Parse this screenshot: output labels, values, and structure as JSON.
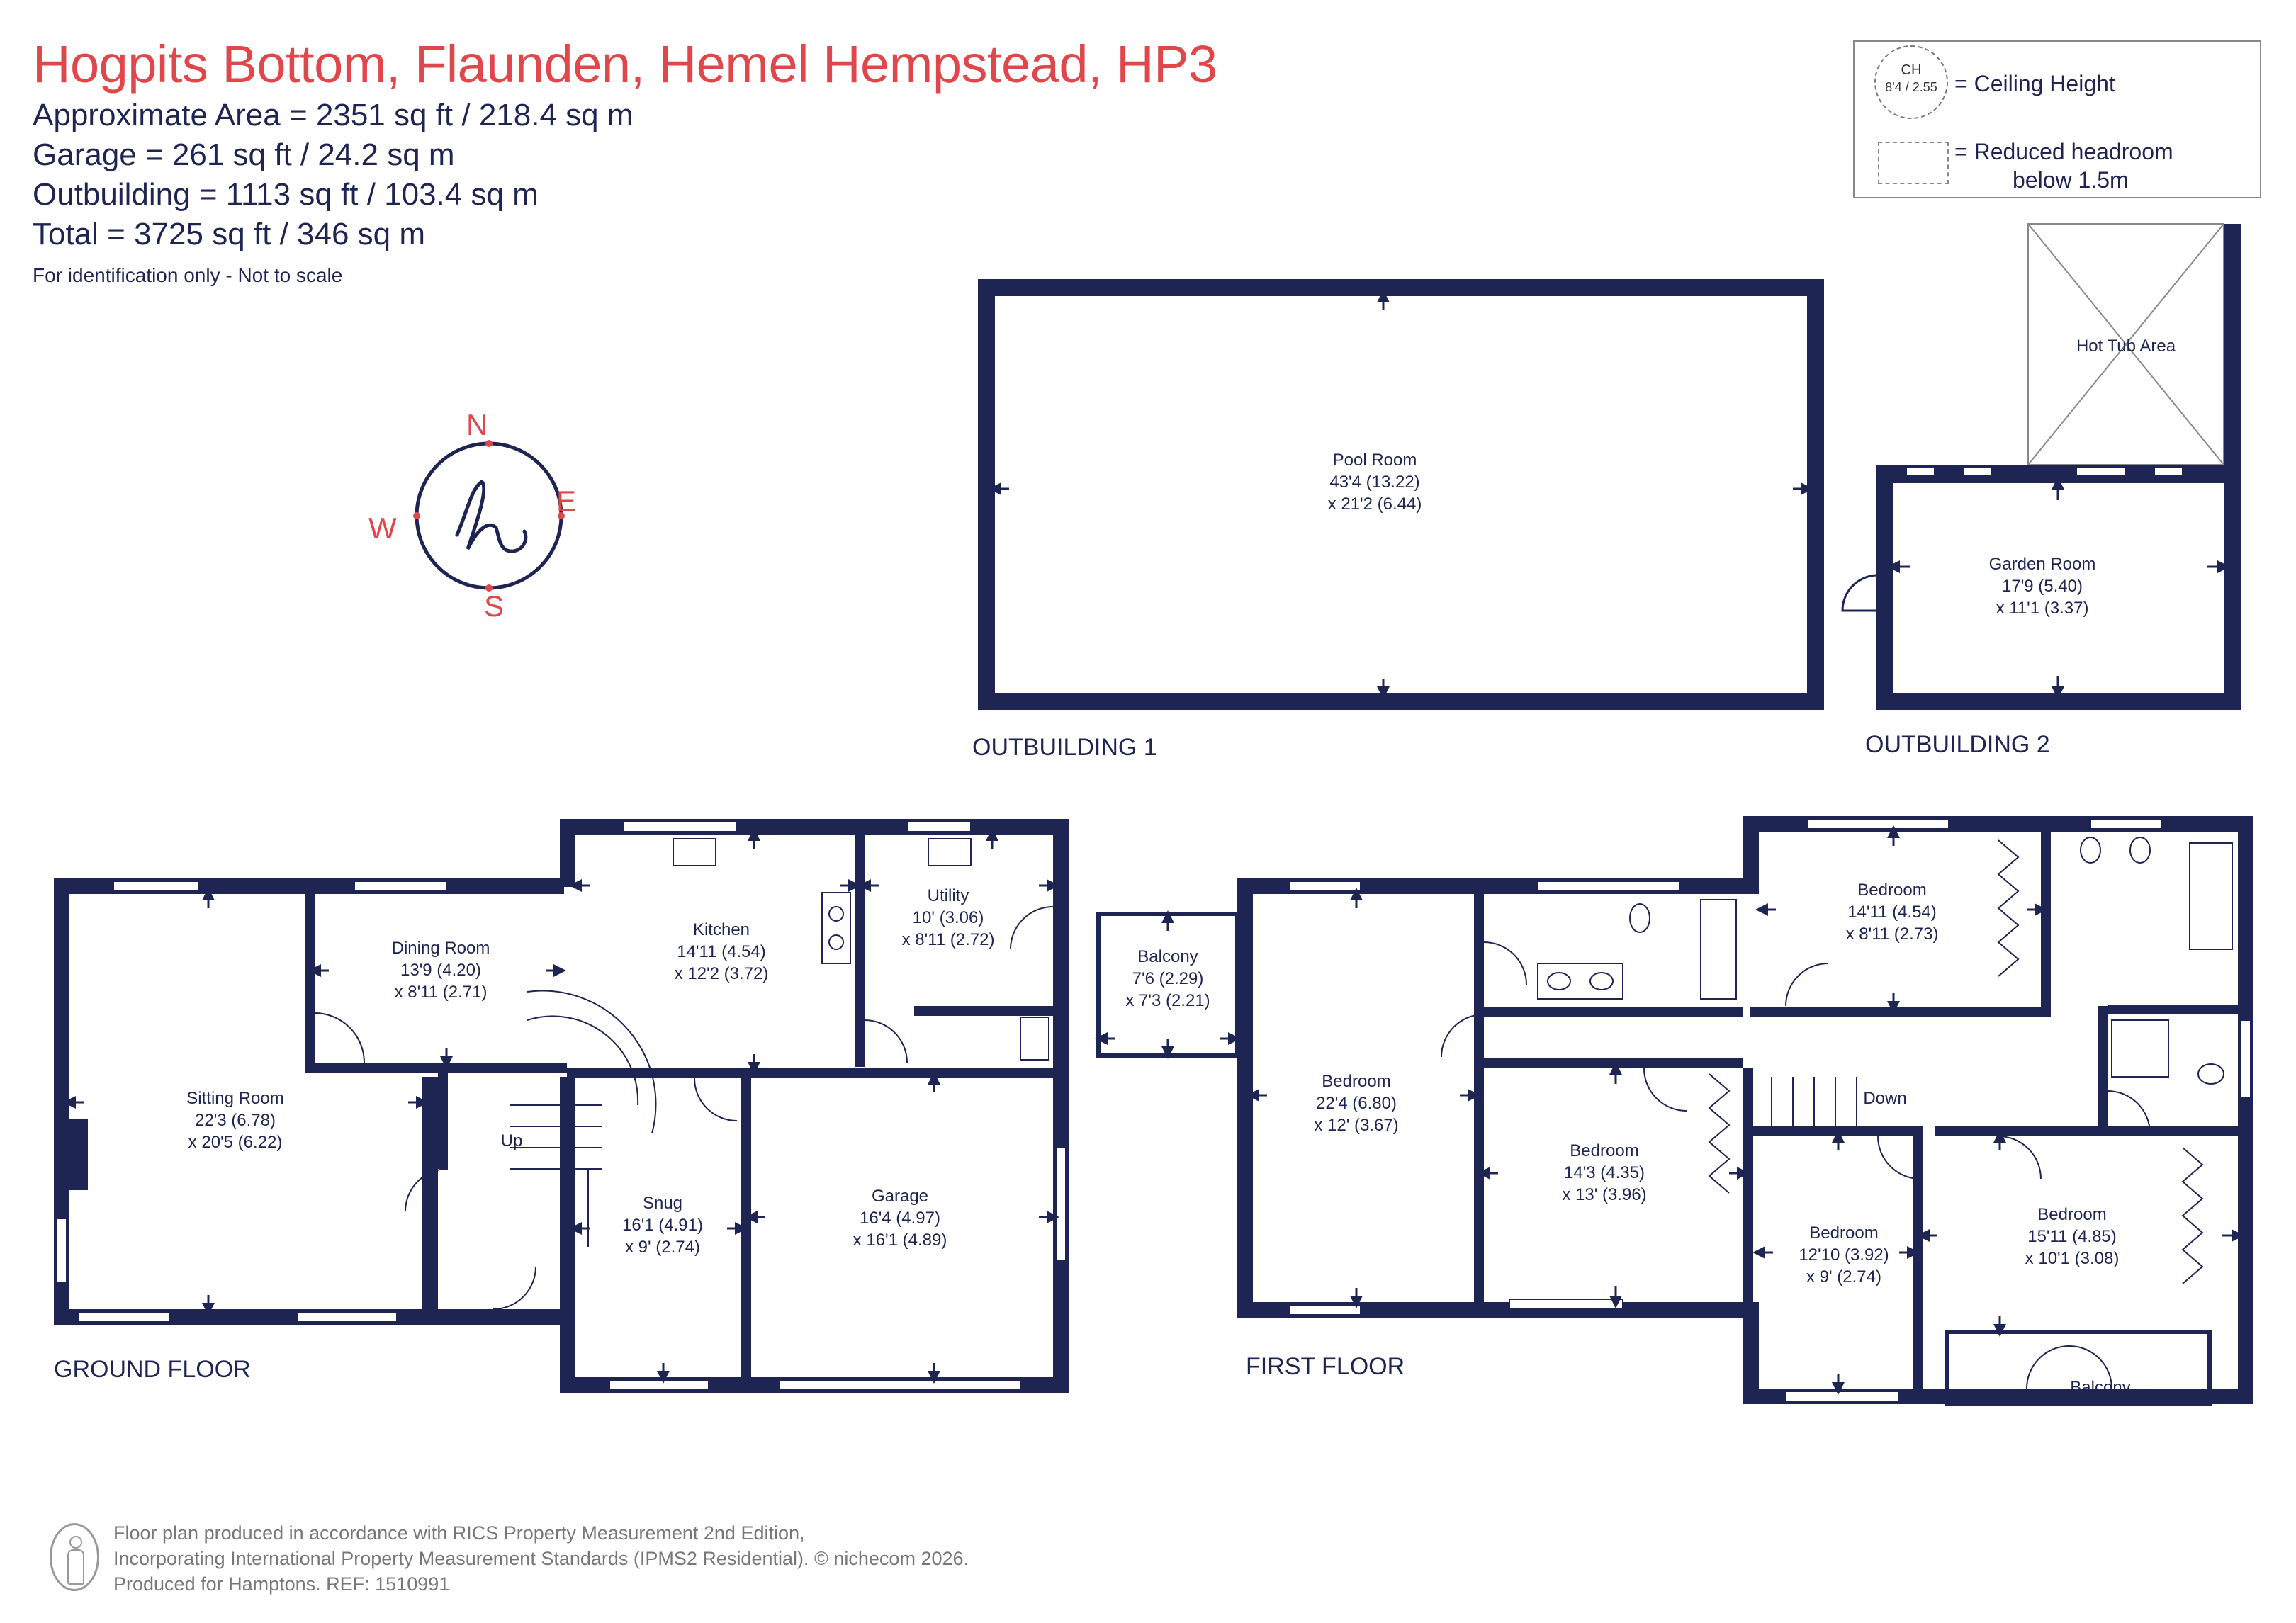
{
  "header": {
    "title": "Hogpits Bottom, Flaunden, Hemel Hempstead, HP3",
    "approx_area": "Approximate Area = 2351 sq ft / 218.4 sq m",
    "garage": "Garage = 261 sq ft / 24.2 sq m",
    "outbuilding": "Outbuilding = 1113 sq ft / 103.4 sq m",
    "total": "Total = 3725 sq ft / 346 sq m",
    "note": "For identification only - Not to scale"
  },
  "legend": {
    "ch_label": "CH",
    "ch_value": "8'4 / 2.55",
    "ceiling": "= Ceiling Height",
    "reduced_1": "= Reduced headroom",
    "reduced_2": "below 1.5m"
  },
  "compass": {
    "n": "N",
    "e": "E",
    "s": "S",
    "w": "W"
  },
  "floors": {
    "outbuilding_1": "OUTBUILDING 1",
    "outbuilding_2": "OUTBUILDING 2",
    "ground": "GROUND FLOOR",
    "first": "FIRST FLOOR"
  },
  "rooms": {
    "pool": {
      "name": "Pool Room",
      "d1": "43'4 (13.22)",
      "d2": "x 21'2 (6.44)"
    },
    "hottub": {
      "name": "Hot Tub Area"
    },
    "garden": {
      "name": "Garden Room",
      "d1": "17'9 (5.40)",
      "d2": "x 11'1 (3.37)"
    },
    "sitting": {
      "name": "Sitting Room",
      "d1": "22'3 (6.78)",
      "d2": "x 20'5 (6.22)"
    },
    "dining": {
      "name": "Dining Room",
      "d1": "13'9 (4.20)",
      "d2": "x 8'11 (2.71)"
    },
    "kitchen": {
      "name": "Kitchen",
      "d1": "14'11 (4.54)",
      "d2": "x 12'2 (3.72)"
    },
    "utility": {
      "name": "Utility",
      "d1": "10' (3.06)",
      "d2": "x 8'11 (2.72)"
    },
    "snug": {
      "name": "Snug",
      "d1": "16'1 (4.91)",
      "d2": "x 9' (2.74)"
    },
    "garage": {
      "name": "Garage",
      "d1": "16'4 (4.97)",
      "d2": "x 16'1 (4.89)"
    },
    "up": {
      "name": "Up"
    },
    "balcony1": {
      "name": "Balcony",
      "d1": "7'6 (2.29)",
      "d2": "x 7'3 (2.21)"
    },
    "bed1": {
      "name": "Bedroom",
      "d1": "22'4 (6.80)",
      "d2": "x 12' (3.67)"
    },
    "bed2": {
      "name": "Bedroom",
      "d1": "14'3 (4.35)",
      "d2": "x 13' (3.96)"
    },
    "bed3": {
      "name": "Bedroom",
      "d1": "14'11 (4.54)",
      "d2": "x 8'11 (2.73)"
    },
    "bed4": {
      "name": "Bedroom",
      "d1": "12'10 (3.92)",
      "d2": "x 9' (2.74)"
    },
    "bed5": {
      "name": "Bedroom",
      "d1": "15'11 (4.85)",
      "d2": "x 10'1 (3.08)"
    },
    "down": {
      "name": "Down"
    },
    "balcony2": {
      "name": "Balcony"
    }
  },
  "footer": {
    "line1": "Floor plan produced in accordance with RICS Property Measurement 2nd Edition,",
    "line2": "Incorporating International Property Measurement Standards (IPMS2 Residential).   © nichecom 2026.",
    "line3": "Produced for Hamptons.   REF: 1510991"
  },
  "colors": {
    "wall": "#1e2552",
    "title": "#e0474b",
    "compass": "#e0474b"
  }
}
